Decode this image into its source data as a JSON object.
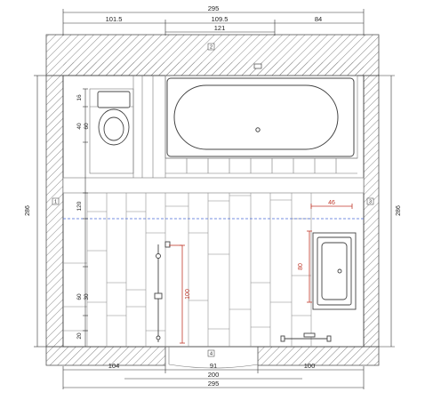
{
  "dimensions": {
    "top_total": "295",
    "top_segments": [
      "101.5",
      "109.5",
      "84"
    ],
    "bathtub_width": "121",
    "bottom_segments": [
      "104",
      "91",
      "100"
    ],
    "bottom_inner": "200",
    "bottom_total": "295",
    "left_height": "286",
    "right_height": "286",
    "left_ticks": [
      "16",
      "60",
      "40",
      "120",
      "30",
      "60",
      "20"
    ],
    "red_width": "46",
    "red_height_right": "80",
    "red_height_shower": "100"
  },
  "tags": {
    "tub_wall": "2",
    "left_wall": "1",
    "right_wall": "3",
    "door_wall": "4"
  },
  "colors": {
    "red_dimension": "#c0392b",
    "blue_guide": "#4a6bd8",
    "hatch": "#888888"
  }
}
